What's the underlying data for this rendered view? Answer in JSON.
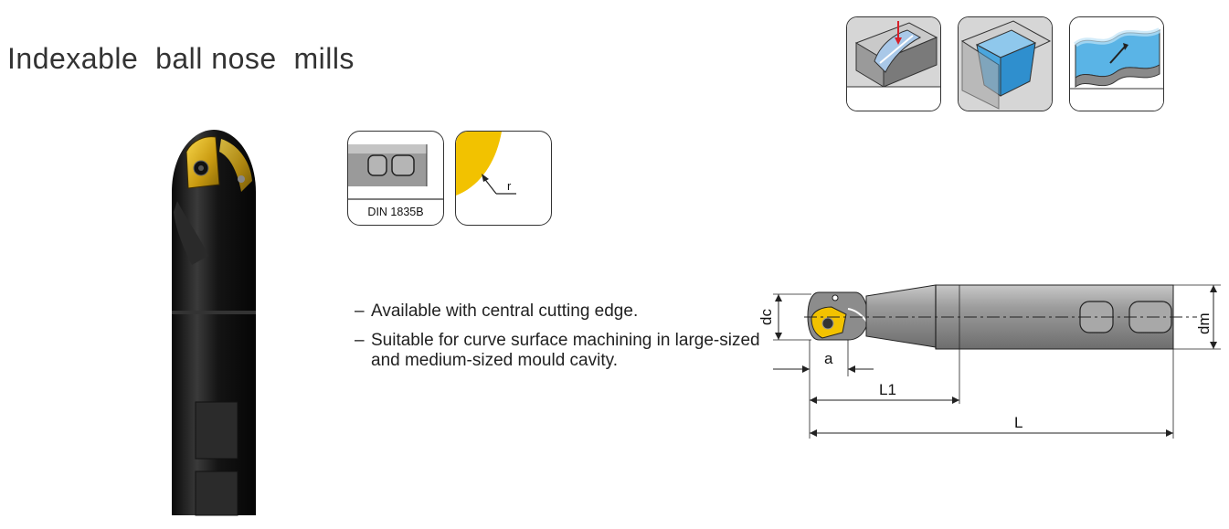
{
  "header": {
    "title": "Indexable  ball nose  mills"
  },
  "application_icons": [
    {
      "icon": "slot-milling-icon"
    },
    {
      "icon": "pocket-milling-icon"
    },
    {
      "icon": "surface-contouring-icon"
    }
  ],
  "spec_icons": {
    "shank": {
      "icon": "weldon-shank-icon",
      "label": "DIN 1835B"
    },
    "radius": {
      "icon": "ball-radius-icon",
      "label": "r"
    }
  },
  "features": [
    {
      "text": "Available with central cutting edge."
    },
    {
      "text": "Suitable for curve surface machining in large-sized and medium-sized mould cavity."
    }
  ],
  "drawing": {
    "labels": {
      "dc": "dc",
      "dm": "dm",
      "a": "a",
      "L1": "L1",
      "L": "L"
    }
  },
  "colors": {
    "insert_gold": "#f2c200",
    "tool_black": "#141414",
    "blue_surface": "#5ab4e6"
  }
}
